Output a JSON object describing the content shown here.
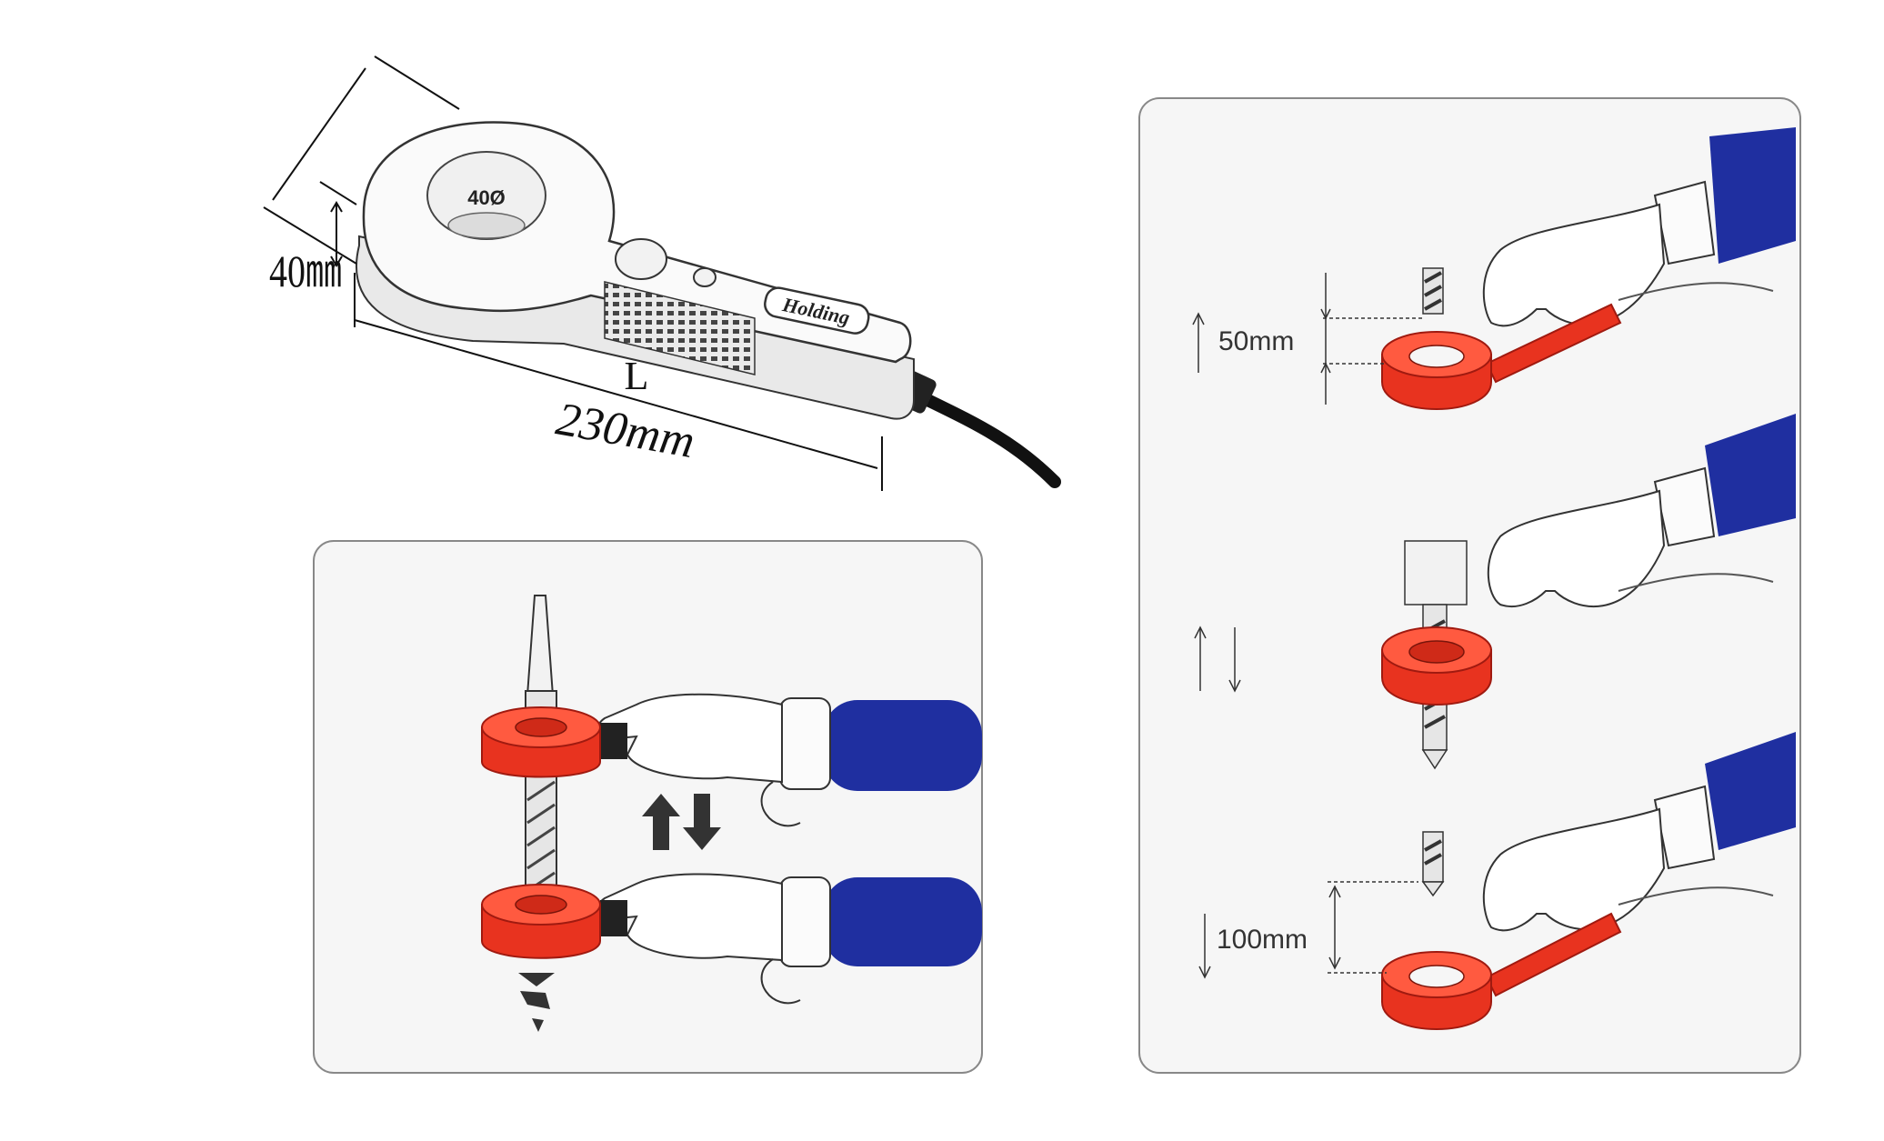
{
  "device": {
    "ring_label": "40Ø",
    "brand": "Holding",
    "height_label": "40㎜",
    "length_symbol": "L",
    "length_label": "230mm"
  },
  "panel_right": {
    "step1_label": "50mm",
    "step3_label": "100mm"
  },
  "colors": {
    "ring_red": "#e8331f",
    "sleeve_blue": "#1f2fa0",
    "panel_bg": "#f6f6f6",
    "outline": "#222222"
  }
}
